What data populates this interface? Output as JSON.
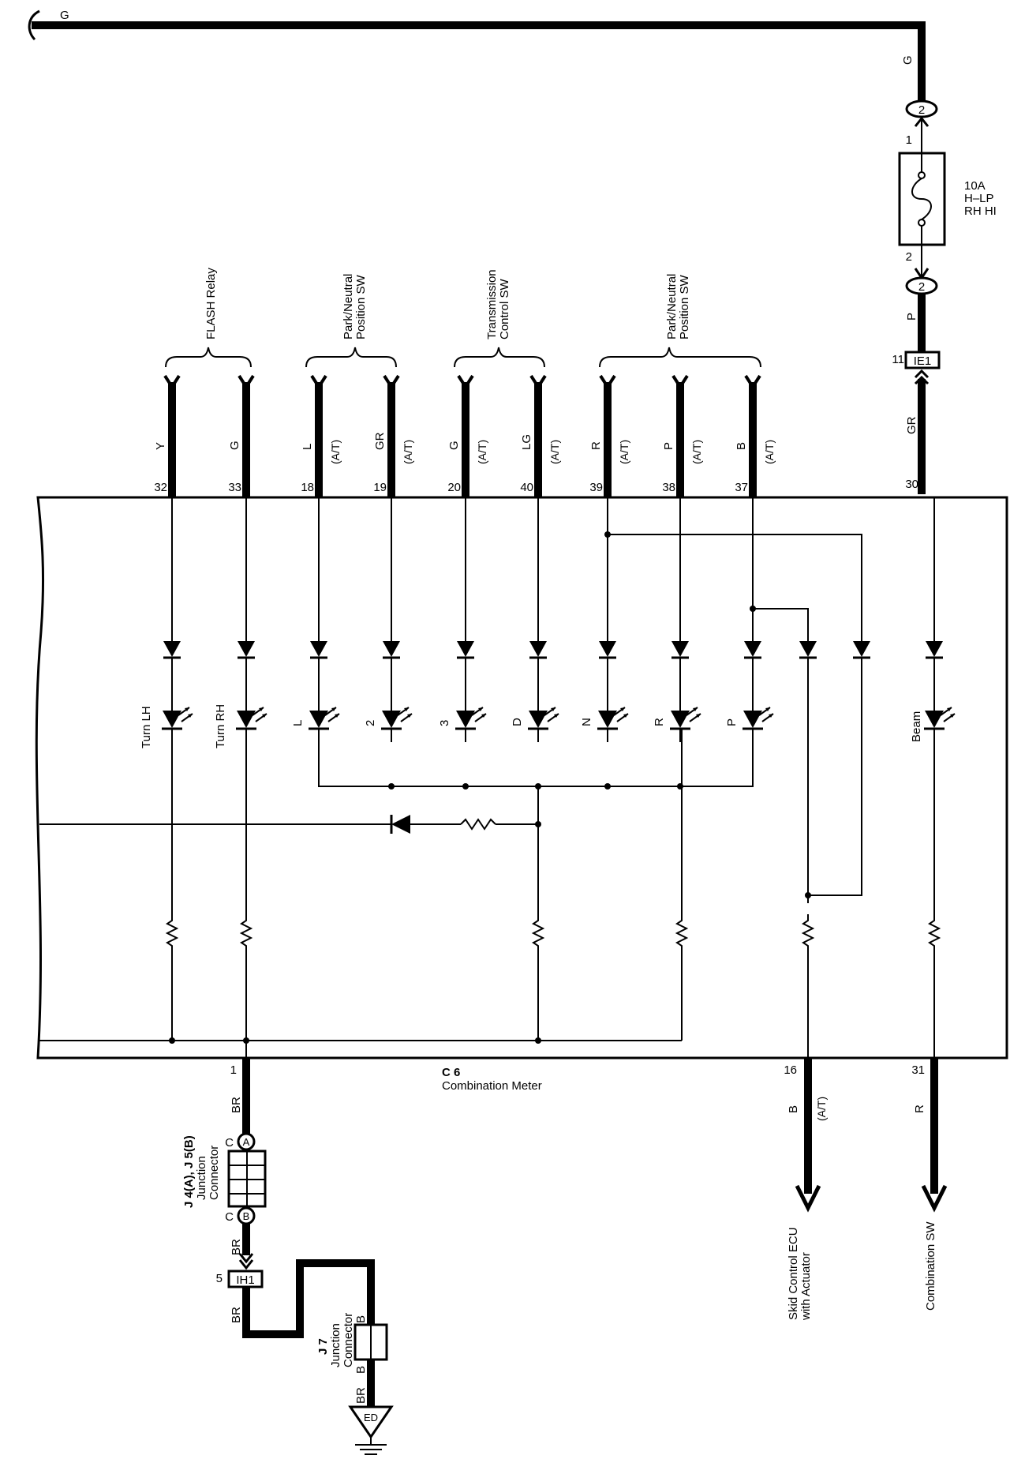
{
  "top_wire": {
    "color": "G"
  },
  "fuse": {
    "lines": [
      "10A",
      "H–LP",
      "RH HI"
    ],
    "pin_top": "1",
    "pin_bottom": "2",
    "conn_top": "2",
    "conn_bottom": "2",
    "wire_in": "G",
    "wire_out": "P"
  },
  "ie1": {
    "pin": "11",
    "label": "IE1",
    "wire": "GR",
    "meter_pin": "30"
  },
  "groups": [
    {
      "label": [
        "FLASH Relay"
      ]
    },
    {
      "label": [
        "Park/Neutral",
        "Position SW"
      ]
    },
    {
      "label": [
        "Transmission",
        "Control SW"
      ]
    },
    {
      "label": [
        "Park/Neutral",
        "Position SW"
      ]
    }
  ],
  "inputs": [
    {
      "color": "Y",
      "pin": "32",
      "note": "",
      "lamp": "Turn LH"
    },
    {
      "color": "G",
      "pin": "33",
      "note": "",
      "lamp": "Turn RH"
    },
    {
      "color": "L",
      "pin": "18",
      "note": "(A/T)",
      "lamp": "L"
    },
    {
      "color": "GR",
      "pin": "19",
      "note": "(A/T)",
      "lamp": "2"
    },
    {
      "color": "G",
      "pin": "20",
      "note": "(A/T)",
      "lamp": "3"
    },
    {
      "color": "LG",
      "pin": "40",
      "note": "(A/T)",
      "lamp": "D"
    },
    {
      "color": "R",
      "pin": "39",
      "note": "(A/T)",
      "lamp": "N"
    },
    {
      "color": "P",
      "pin": "38",
      "note": "(A/T)",
      "lamp": "R"
    },
    {
      "color": "B",
      "pin": "37",
      "note": "(A/T)",
      "lamp": "P"
    }
  ],
  "beam_lamp": "Beam",
  "meter": {
    "code": "C 6",
    "name": "Combination Meter"
  },
  "ground_side": {
    "pin": "1",
    "wire": "BR",
    "junction": {
      "pin_a": "C",
      "conn_a": "A",
      "pin_b": "C",
      "conn_b": "B",
      "label": [
        "J 4(A), J 5(B)",
        "Junction",
        "Connector"
      ]
    },
    "wire2": "BR",
    "ih1": {
      "pin": "5",
      "label": "IH1"
    },
    "wire3": "BR",
    "j7": {
      "label": [
        "J 7",
        "Junction",
        "Connector"
      ],
      "pin_in": "B",
      "pin_out": "B"
    },
    "wire4": "BR",
    "ground": "ED"
  },
  "skid": {
    "pin": "16",
    "wire": "B",
    "note": "(A/T)",
    "label": [
      "Skid Control ECU",
      "with Actuator"
    ]
  },
  "comb": {
    "pin": "31",
    "wire": "R",
    "label": [
      "Combination SW"
    ]
  }
}
